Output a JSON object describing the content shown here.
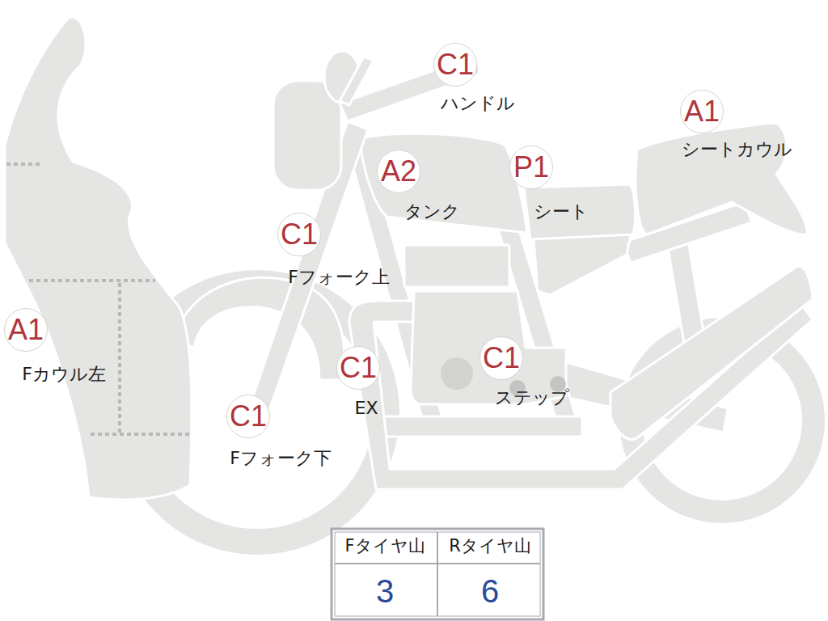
{
  "diagram": {
    "nodes": [
      {
        "text": [
          "C1",
          "ハンドル"
        ]
      },
      {
        "text": [
          "A1",
          "シートカウル"
        ]
      },
      {
        "text": [
          "A2",
          "タンク"
        ]
      },
      {
        "text": [
          "P1",
          "シート"
        ]
      },
      {
        "text": [
          "C1",
          "Fフォーク上"
        ]
      },
      {
        "text": [
          "A1",
          "Fカウル左"
        ]
      },
      {
        "text": [
          "C1",
          "EX"
        ]
      },
      {
        "text": [
          "C1",
          "ステップ"
        ]
      },
      {
        "text": [
          "C1",
          "Fフォーク下"
        ]
      }
    ],
    "labels": [
      "Fタイヤ山",
      "Rタイヤ山",
      "3",
      "6"
    ]
  }
}
